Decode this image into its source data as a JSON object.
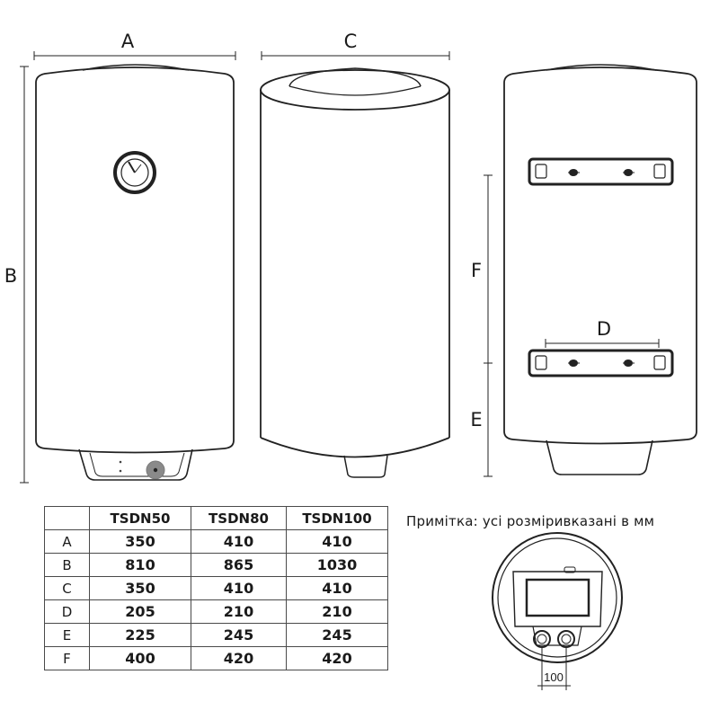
{
  "labels": {
    "A": "A",
    "B": "B",
    "C": "C",
    "D": "D",
    "E": "E",
    "F": "F",
    "pipe_spacing": "100"
  },
  "note": "Примітка: усі розміривказані в мм",
  "table": {
    "headers": [
      "",
      "TSDN50",
      "TSDN80",
      "TSDN100"
    ],
    "rows": [
      {
        "label": "A",
        "values": [
          "350",
          "410",
          "410"
        ]
      },
      {
        "label": "B",
        "values": [
          "810",
          "865",
          "1030"
        ]
      },
      {
        "label": "C",
        "values": [
          "350",
          "410",
          "410"
        ]
      },
      {
        "label": "D",
        "values": [
          "205",
          "210",
          "210"
        ]
      },
      {
        "label": "E",
        "values": [
          "225",
          "245",
          "245"
        ]
      },
      {
        "label": "F",
        "values": [
          "400",
          "420",
          "420"
        ]
      }
    ]
  },
  "icons": {
    "thermometer": "thermometer-icon",
    "indicator": "indicator-light-icon"
  }
}
